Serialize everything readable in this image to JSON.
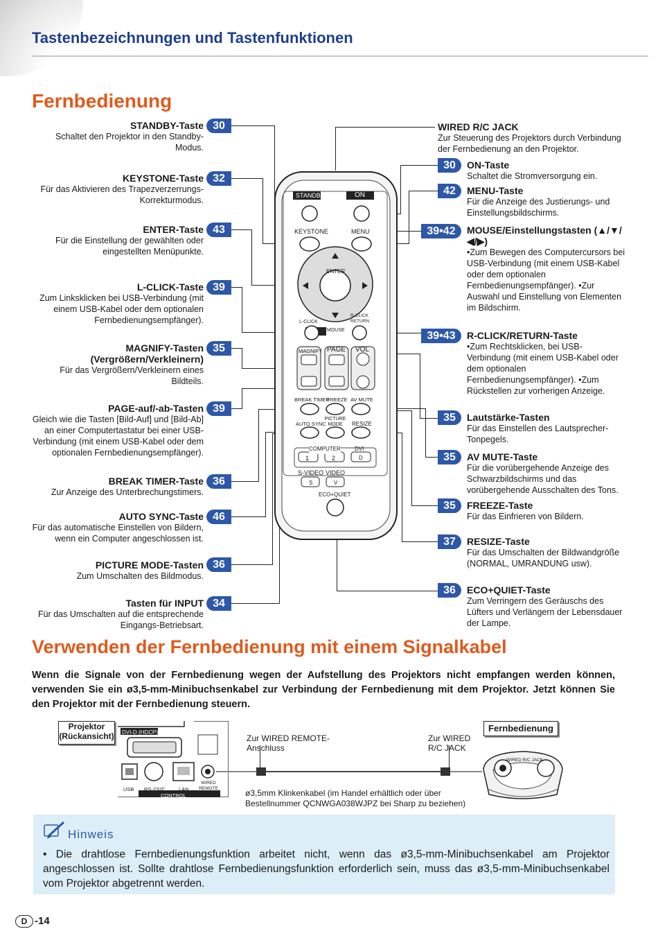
{
  "header": {
    "title": "Tastenbezeichnungen und Tastenfunktionen"
  },
  "sections": {
    "remote_title": "Fernbedienung",
    "cable_title": "Verwenden der Fernbedienung mit einem Signalkabel"
  },
  "left_labels": [
    {
      "title": "STANDBY-Taste",
      "desc": "Schaltet den Projektor in den Standby-Modus.",
      "page": "30"
    },
    {
      "title": "KEYSTONE-Taste",
      "desc": "Für das Aktivieren des Trapezverzerrungs-Korrekturmodus.",
      "page": "32"
    },
    {
      "title": "ENTER-Taste",
      "desc": "Für die Einstellung der gewählten oder eingestellten Menüpunkte.",
      "page": "43"
    },
    {
      "title": "L-CLICK-Taste",
      "desc": "Zum Linksklicken bei USB-Verbindung (mit einem USB-Kabel oder dem optionalen Fernbedienungsempfänger).",
      "page": "39"
    },
    {
      "title": "MAGNIFY-Tasten (Vergrößern/Verkleinern)",
      "desc": "Für das Vergrößern/Verkleinern eines Bildteils.",
      "page": "35"
    },
    {
      "title": "PAGE-auf/-ab-Tasten",
      "desc": "Gleich wie die Tasten [Bild-Auf] und [Bild-Ab] an einer Computertastatur bei einer USB-Verbindung (mit einem USB-Kabel oder dem optionalen Fernbedienungsempfänger).",
      "page": "39"
    },
    {
      "title": "BREAK TIMER-Taste",
      "desc": "Zur Anzeige des Unterbrechungstimers.",
      "page": "36"
    },
    {
      "title": "AUTO SYNC-Taste",
      "desc": "Für das automatische Einstellen von Bildern, wenn ein Computer angeschlossen ist.",
      "page": "46"
    },
    {
      "title": "PICTURE MODE-Tasten",
      "desc": "Zum Umschalten des Bildmodus.",
      "page": "36"
    },
    {
      "title": "Tasten für INPUT",
      "desc": "Für das Umschalten auf die entsprechende Eingangs-Betriebsart.",
      "page": "34"
    }
  ],
  "right_labels": [
    {
      "title": "WIRED R/C JACK",
      "desc": "Zur Steuerung des Projektors durch Verbindung der Fernbedienung an den Projektor.",
      "page": ""
    },
    {
      "title": "ON-Taste",
      "desc": "Schaltet die Stromversorgung ein.",
      "page": "30"
    },
    {
      "title": "MENU-Taste",
      "desc": "Für die Anzeige des Justierungs- und Einstellungsbildschirms.",
      "page": "42"
    },
    {
      "title": "MOUSE/Einstellungstasten (▲/▼/◀/▶)",
      "desc": "•Zum Bewegen des Computercursors bei USB-Verbindung (mit einem USB-Kabel oder dem optionalen Fernbedienungsempfänger). •Zur Auswahl und Einstellung von Elementen im Bildschirm.",
      "page": "39•42"
    },
    {
      "title": "R-CLICK/RETURN-Taste",
      "desc": "•Zum Rechtsklicken, bei USB-Verbindung (mit einem USB-Kabel oder dem optionalen Fernbedienungsempfänger). •Zum Rückstellen zur vorherigen Anzeige.",
      "page": "39•43"
    },
    {
      "title": "Lautstärke-Tasten",
      "desc": "Für das Einstellen des Lautsprecher-Tonpegels.",
      "page": "35"
    },
    {
      "title": "AV MUTE-Taste",
      "desc": "Für die vorübergehende Anzeige des Schwarzbildschirms und das vorübergehende Ausschalten des Tons.",
      "page": "35"
    },
    {
      "title": "FREEZE-Taste",
      "desc": "Für das Einfrieren von Bildern.",
      "page": "35"
    },
    {
      "title": "RESIZE-Taste",
      "desc": "Für das Umschalten der Bildwandgröße (NORMAL, UMRANDUNG usw).",
      "page": "37"
    },
    {
      "title": "ECO+QUIET-Taste",
      "desc": "Zum Verringern des Geräuschs des Lüfters und Verlängern der Lebensdauer der Lampe.",
      "page": "36"
    }
  ],
  "remote": {
    "standby": "STANDBY",
    "on": "ON",
    "keystone": "KEYSTONE",
    "menu": "MENU",
    "enter": "ENTER",
    "lclick": "L-CLICK",
    "mouse": "MOUSE",
    "rclick": "R-CLICK RETURN",
    "magnify": "MAGNIFY",
    "page": "PAGE",
    "vol": "VOL",
    "break_timer": "BREAK TIMER",
    "freeze": "FREEZE",
    "av_mute": "AV MUTE",
    "auto_sync": "AUTO SYNC",
    "picture_mode": "PICTURE MODE",
    "resize": "RESIZE",
    "computer": "COMPUTER",
    "dvi": "DVI",
    "svideo": "S-VIDEO",
    "video": "VIDEO",
    "eco": "ECO+QUIET",
    "c1": "1",
    "c2": "2",
    "d": "D",
    "s": "S",
    "v": "V"
  },
  "intro": "Wenn die Signale von der Fernbedienung wegen der Aufstellung des Projektors nicht empfangen werden können, verwenden Sie ein ø3,5-mm-Minibuchsenkabel zur Verbindung der Fernbedienung mit dem Projektor. Jetzt können Sie den Projektor mit der Fernbedienung steuern.",
  "diagram": {
    "projector_label": "Projektor (Rückansicht)",
    "remote_label": "Fernbedienung",
    "wired_remote_port": "Zur WIRED REMOTE-Anschluss",
    "wired_jack": "Zur WIRED R/C JACK",
    "cable_desc": "ø3,5mm Klinkenkabel (im Handel erhältlich oder über Bestellnummer QCNWGA038WJPZ bei Sharp zu beziehen)",
    "ports": {
      "dvi": "DVI-D (HDCP)",
      "usb": "USB",
      "rs232c": "RS-232C",
      "lan": "LAN",
      "wired": "WIRED REMOTE",
      "control": "CONTROL",
      "jack_label": "WIRED R/C JACK"
    }
  },
  "note": {
    "title": "Hinweis",
    "text": "• Die drahtlose Fernbedienungsfunktion arbeitet nicht, wenn das ø3,5-mm-Minibuchsenkabel am Projektor angeschlossen ist. Sollte drahtlose Fernbedienungsfunktion erforderlich sein, muss das ø3,5-mm-Minibuchsenkabel vom Projektor abgetrennt werden."
  },
  "footer": {
    "letter": "D",
    "page": "-14"
  },
  "colors": {
    "heading": "#1d3f8a",
    "accent": "#e05a1c",
    "badge": "#2d57a8",
    "note_bg": "#dceef7"
  }
}
